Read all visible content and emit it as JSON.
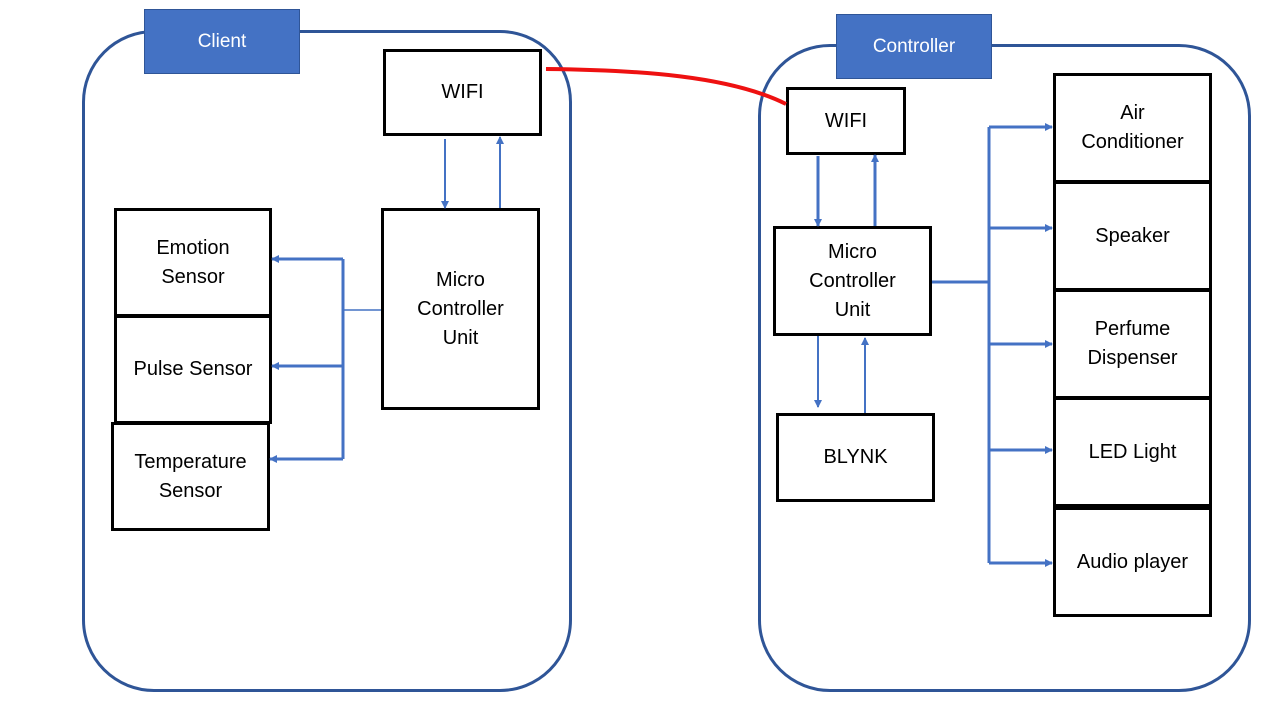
{
  "client": {
    "label": "Client",
    "wifi": "WIFI",
    "mcu": "Micro\nController\nUnit",
    "sensors": [
      "Emotion\nSensor",
      "Pulse Sensor",
      "Temperature\nSensor"
    ]
  },
  "controller": {
    "label": "Controller",
    "wifi": "WIFI",
    "mcu": "Micro\nController\nUnit",
    "blynk": "BLYNK",
    "devices": [
      "Air\nConditioner",
      "Speaker",
      "Perfume\nDispenser",
      "LED Light",
      "Audio player"
    ]
  },
  "colors": {
    "group_border": "#2f5597",
    "tag_fill": "#4472c4",
    "arrow": "#4472c4",
    "wireless_link": "#ee1111"
  }
}
